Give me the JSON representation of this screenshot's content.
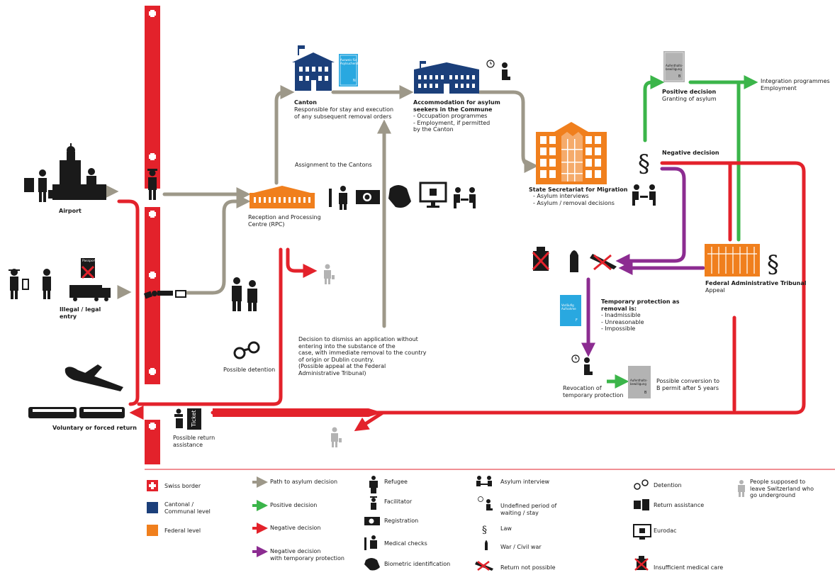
{
  "colors": {
    "swiss_red": "#e3222b",
    "path_grey": "#9d9889",
    "positive_green": "#3bb54a",
    "negative_red": "#e3222b",
    "temporary_purple": "#8c2c91",
    "cantonal_blue": "#1b3f7a",
    "federal_orange": "#f07f1d",
    "permit_blue": "#29a8e0",
    "permit_grey": "#b3b3b3"
  },
  "nodes": {
    "airport": "Airport",
    "illegal_entry": "Illegal / legal\nentry",
    "rpc": "Reception and Processing\nCentre (RPC)",
    "assignment": "Assignment to the Cantons",
    "canton_title": "Canton",
    "canton_desc": "Responsible for stay and execution\nof any subsequent removal orders",
    "accommodation_title": "Accommodation for asylum\nseekers in the Commune",
    "accommodation_desc": "- Occupation programmes\n- Employment, if permitted\n  by the Canton",
    "sem_title": "State Secretariat for Migration",
    "sem_desc": "- Asylum interviews\n- Asylum / removal decisions",
    "positive_title": "Positive decision",
    "positive_desc": "Granting of asylum",
    "integration": "Integration programmes\nEmployment",
    "negative_title": "Negative decision",
    "fat_title": "Federal Administrative Tribunal",
    "fat_desc": "Appeal",
    "temp_title": "Temporary protection as\nremoval is:",
    "temp_desc": "- Inadmissible\n- Unreasonable\n- Impossible",
    "revocation": "Revocation of\ntemporary protection",
    "conversion": "Possible conversion to\nB permit after 5 years",
    "dismiss": "Decision to dismiss an application without\nentering into the substance of the\ncase, with immediate removal to the country\nof origin or Dublin country.\n(Possible appeal at the Federal\nAdministrative Tribunal)",
    "detention": "Possible detention",
    "return_assistance": "Possible return\nassistance",
    "voluntary_return": "Voluntary or forced return",
    "ticket": "Ticket",
    "passport": "Passport",
    "permit_n": "Ausweis für\nAsylsuchende",
    "permit_n_letter": "N",
    "permit_f": "Vorläufig\nAufnahme",
    "permit_f_letter": "F",
    "permit_b": "Aufenthalts-\nbewilligung",
    "permit_b_letter": "B"
  },
  "legend": {
    "col1": [
      "Swiss border",
      "Cantonal /\nCommunal level",
      "Federal level"
    ],
    "col2": [
      "Path to asylum decision",
      "Positive decision",
      "Negative decision",
      "Negative decision\nwith temporary protection"
    ],
    "col3": [
      "Refugee",
      "Facilitator",
      "Registration",
      "Medical checks",
      "Biometric identification"
    ],
    "col4": [
      "Asylum interview",
      "Undefined period of\nwaiting / stay",
      "Law",
      "War / Civil war",
      "Return not possible"
    ],
    "col5": [
      "Detention",
      "Return assistance",
      "Eurodac",
      "Insufficient medical care"
    ],
    "col6": [
      "People supposed to\nleave Switzerland who\ngo underground"
    ]
  },
  "icons": {
    "refugee": "refugee-icon",
    "facilitator": "facilitator-icon",
    "registration": "camera-icon",
    "medical": "medical-check-icon",
    "biometric": "fingerprint-icon",
    "interview": "asylum-interview-icon",
    "waiting": "waiting-clock-icon",
    "law": "paragraph-icon",
    "war": "bullet-icon",
    "return_not_possible": "crossed-plane-icon",
    "detention": "handcuffs-icon",
    "return_assistance": "ticket-icon",
    "eurodac": "eurodac-screen-icon",
    "insufficient_care": "crossed-medicine-icon",
    "underground": "grey-person-icon"
  }
}
